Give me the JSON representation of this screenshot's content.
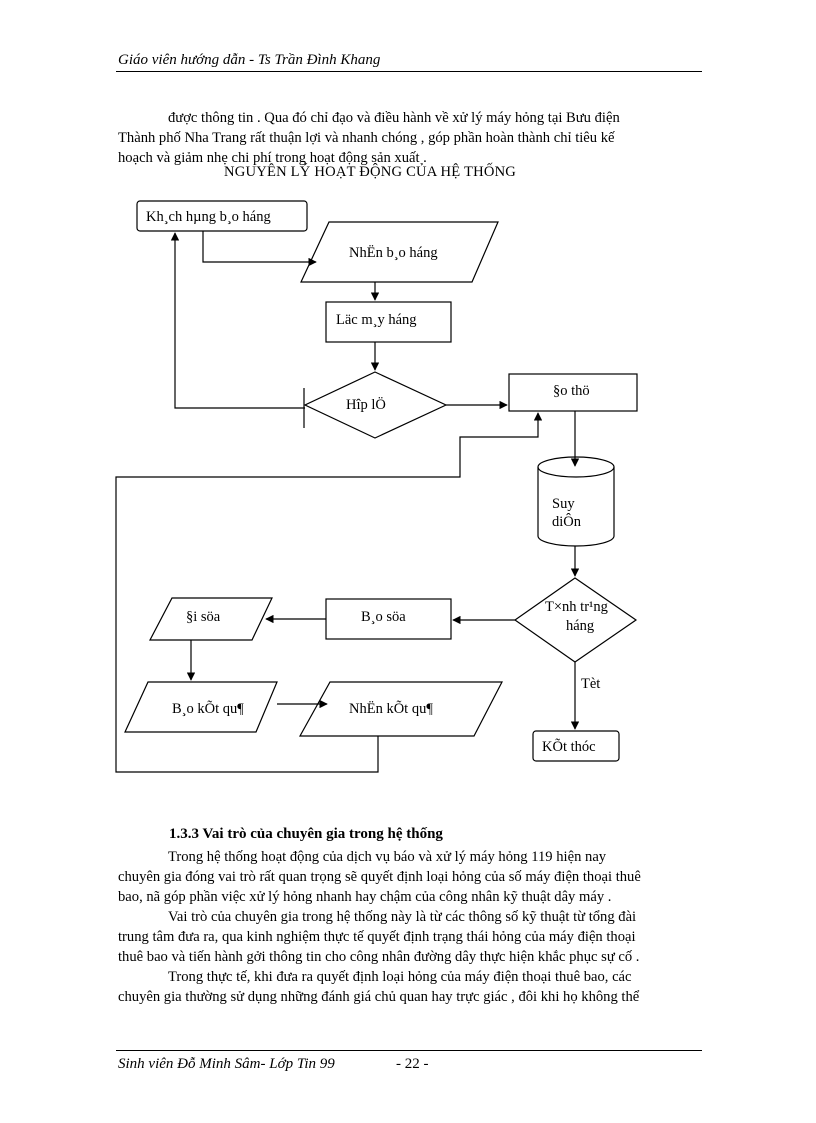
{
  "header": {
    "text": "Giáo viên hướng dẫn - Ts Trần Đình Khang"
  },
  "intro_paragraph": {
    "lines": [
      "được thông tin . Qua đó chỉ đạo và điều hành về xử lý máy hỏng tại Bưu điện",
      "Thành phố Nha Trang rất thuận lợi và nhanh chóng , góp phần hoàn thành chỉ tiêu kế",
      "hoạch và giảm nhẹ chi phí trong hoạt động sản xuất ."
    ]
  },
  "diagram": {
    "title": "NGUYÊN LÝ HOẠT ĐỘNG CỦA HỆ THỐNG",
    "nodes": {
      "customer": "Kh¸ch hµng b¸o háng",
      "receive_report": "NhËn b¸o háng",
      "fault_ticket": "Läc m¸y háng",
      "valid": "Hîp lÖ",
      "measure": "§o thö",
      "infer_line1": "Suy",
      "infer_line2": "diÔn",
      "determine_line1": "T×nh tr¹ng",
      "determine_line2": "háng",
      "repair_report": "B¸o söa",
      "go_repair": "§i söa",
      "report_result": "B¸o kÕt qu¶",
      "receive_result": "NhËn kÕt qu¶",
      "end": "KÕt thóc"
    },
    "edge_labels": {
      "good": "Tèt"
    }
  },
  "section": {
    "heading": "1.3.3 Vai trò của chuyên gia trong hệ thống",
    "lines": [
      "Trong hệ thống hoạt động của dịch vụ báo và xử lý máy hỏng 119 hiện nay",
      "chuyên gia đóng vai trò rất quan trọng sẽ quyết định loại hỏng của số máy điện thoại thuê",
      "bao, nã góp phần việc xử lý hỏng nhanh hay chậm của công nhân kỹ thuật dây máy .",
      "Vai trò của chuyên gia trong hệ thống này là từ các thông số kỹ thuật từ tổng đài",
      "trung tâm đưa ra, qua kinh nghiệm thực tế quyết định trạng thái hỏng của máy điện thoại",
      "thuê bao và tiến hành gởi thông tin cho công nhân đường dây thực hiện khắc phục sự cố .",
      "Trong thực tế, khi đưa ra quyết định loại hỏng của máy điện thoại thuê bao, các",
      "chuyên gia thường sử dụng những đánh giá chủ quan hay trực giác , đôi khi họ không thể"
    ]
  },
  "footer": {
    "author": "Sinh viên Đỗ Minh Sâm- Lớp Tin 99",
    "page": "- 22 -"
  }
}
